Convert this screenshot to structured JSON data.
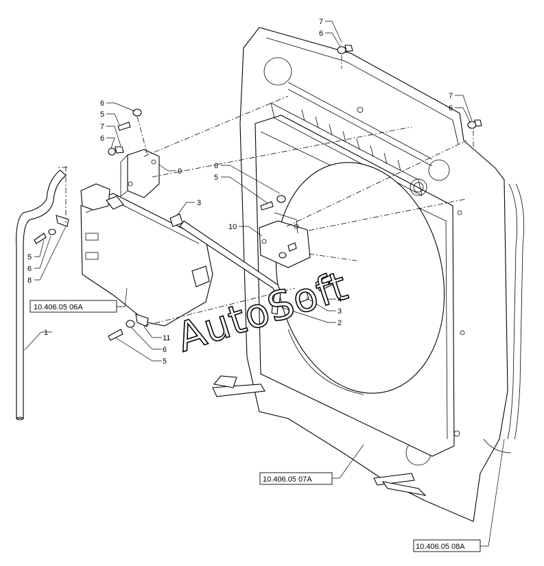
{
  "callouts": {
    "c1": "1",
    "c2": "2",
    "c3a": "3",
    "c3b": "3",
    "c4": "4",
    "c5a": "5",
    "c5b": "5",
    "c5c": "5",
    "c5d": "5",
    "c6a": "6",
    "c6b": "6",
    "c6c": "6",
    "c6d": "6",
    "c6e": "6",
    "c6f": "6",
    "c6g": "6",
    "c7a": "7",
    "c7b": "7",
    "c7c": "7",
    "c8": "8",
    "c9": "9",
    "c10": "10",
    "c11": "11"
  },
  "references": {
    "r1": "10.406.05 06A",
    "r2": "10.406.05 07A",
    "r3": "10.406.05 08A"
  },
  "watermark": "AutoSoft"
}
